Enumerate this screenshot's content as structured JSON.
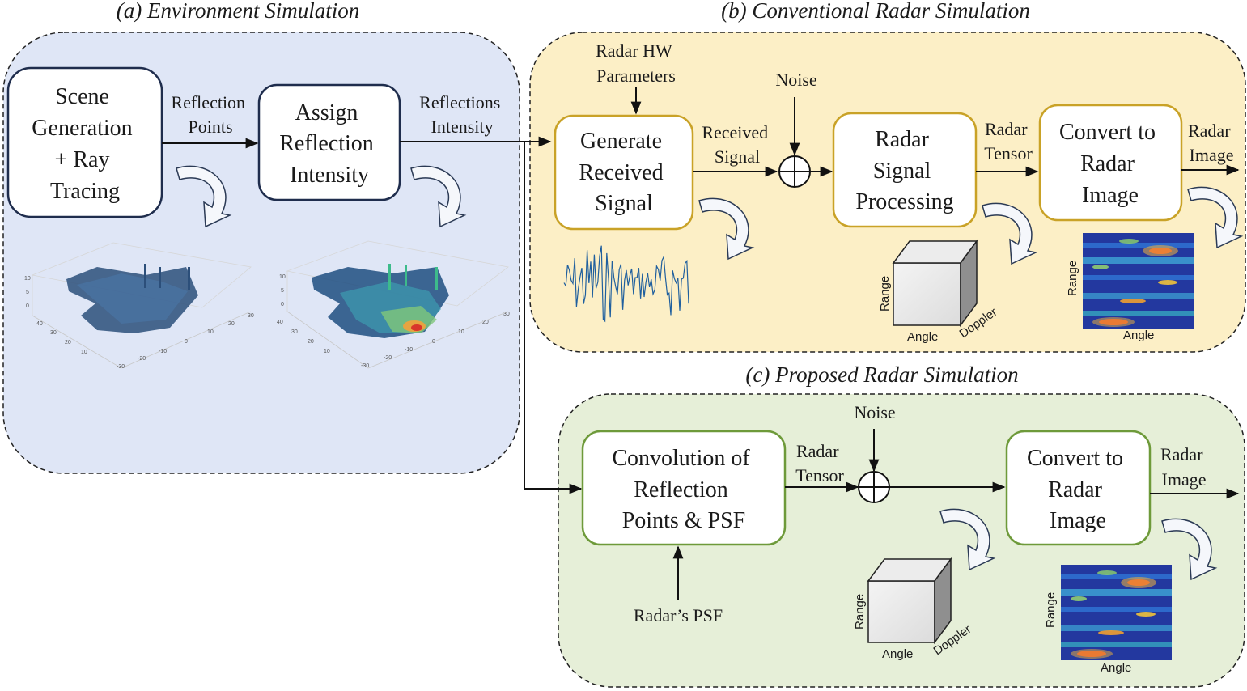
{
  "titles": {
    "a": "(a) Environment Simulation",
    "b": "(b) Conventional Radar Simulation",
    "c": "(c) Proposed Radar Simulation"
  },
  "blocks": {
    "scene": [
      "Scene",
      "Generation",
      "+ Ray",
      "Tracing"
    ],
    "assign": [
      "Assign",
      "Reflection",
      "Intensity"
    ],
    "generate": [
      "Generate",
      "Received",
      "Signal"
    ],
    "radar_sp": [
      "Radar",
      "Signal",
      "Processing"
    ],
    "convert_b": [
      "Convert to",
      "Radar",
      "Image"
    ],
    "convolution": [
      "Convolution of",
      "Reflection",
      "Points & PSF"
    ],
    "convert_c": [
      "Convert to",
      "Radar",
      "Image"
    ]
  },
  "labels": {
    "reflection_points": [
      "Reflection",
      "Points"
    ],
    "reflections_intensity": [
      "Reflections",
      "Intensity"
    ],
    "radar_hw": [
      "Radar HW",
      "Parameters"
    ],
    "noise_b": "Noise",
    "received_signal": [
      "Received",
      "Signal"
    ],
    "radar_tensor_b": [
      "Radar",
      "Tensor"
    ],
    "radar_image_b": [
      "Radar",
      "Image"
    ],
    "noise_c": "Noise",
    "radar_tensor_c": [
      "Radar",
      "Tensor"
    ],
    "radar_image_c": [
      "Radar",
      "Image"
    ],
    "radar_psf": "Radar’s PSF"
  },
  "cube_axes": {
    "range": "Range",
    "angle": "Angle",
    "doppler": "Doppler"
  },
  "image_axes": {
    "range": "Range",
    "angle": "Angle"
  },
  "plot_ticks": {
    "z": [
      "10",
      "5",
      "0"
    ],
    "y": [
      "40",
      "30",
      "20",
      "10"
    ],
    "x": [
      "30",
      "20",
      "10",
      "0",
      "-10",
      "-20",
      "-30"
    ]
  },
  "colors": {
    "panel_a_bg": "#dfe6f6",
    "panel_b_bg": "#fcefc6",
    "panel_c_bg": "#e6efd8",
    "box_b_border": "#c9a227",
    "box_c_border": "#6e9a3a",
    "box_a_border": "#1f2d4d"
  }
}
